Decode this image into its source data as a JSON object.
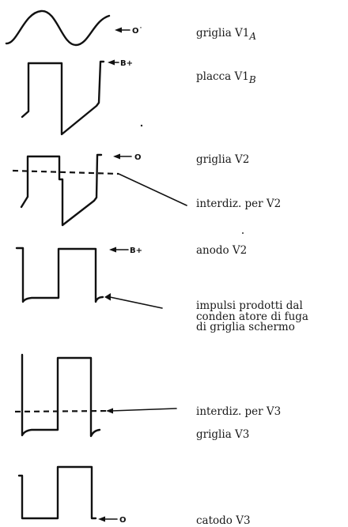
{
  "waveforms": [
    {
      "label": "griglia V1",
      "label_sub": "A",
      "ref": "O˙"
    },
    {
      "label": "placca V1",
      "label_sub": "B",
      "ref": "B+"
    },
    {
      "label": "griglia V2",
      "ref": "O"
    },
    {
      "annotation": "interdiz. per V2"
    },
    {
      "label": "anodo V2",
      "ref": "B+"
    },
    {
      "annotation_lines": [
        "impulsi prodotti dal",
        "conden atore di fuga",
        "di griglia schermo"
      ]
    },
    {
      "annotation": "interdiz. per V3",
      "label": "griglia V3"
    },
    {
      "label": "catodo V3",
      "ref": "O"
    }
  ]
}
